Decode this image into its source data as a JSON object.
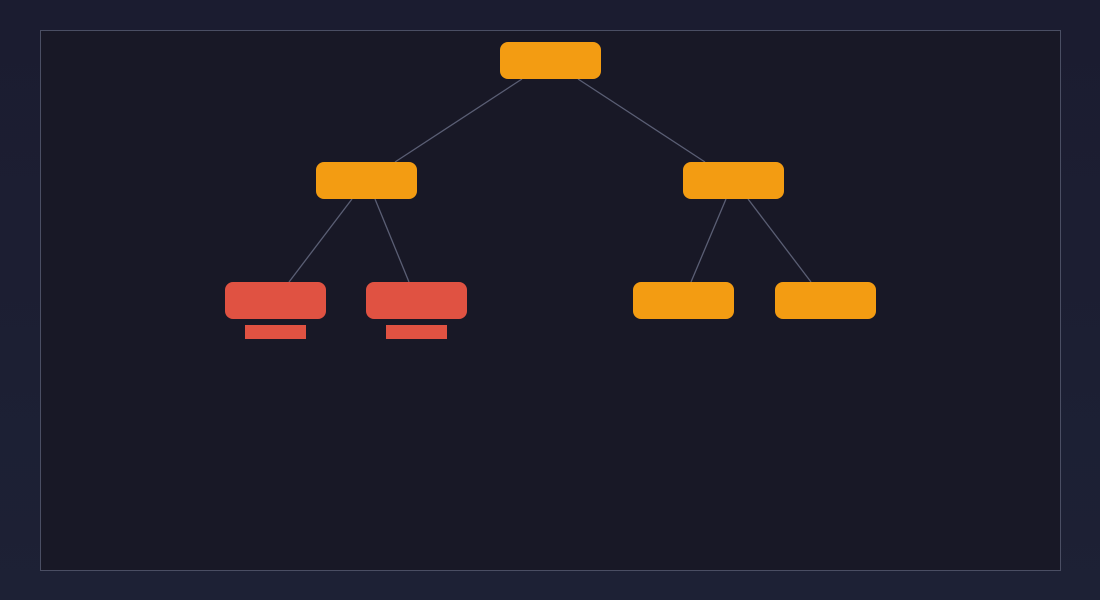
{
  "colors": {
    "page_bg": "#1c1f33",
    "canvas_bg": "#181826",
    "frame_border": "#4a4e63",
    "edge": "#5a5e74",
    "node_default": "#f39c12",
    "node_flagged": "#e05242",
    "tag_flagged": "#e05242"
  },
  "tree": {
    "nodes": [
      {
        "id": "root",
        "label": "",
        "status": "default",
        "parent": null
      },
      {
        "id": "left",
        "label": "",
        "status": "default",
        "parent": "root"
      },
      {
        "id": "right",
        "label": "",
        "status": "default",
        "parent": "root"
      },
      {
        "id": "ll",
        "label": "",
        "status": "flagged",
        "parent": "left"
      },
      {
        "id": "lr",
        "label": "",
        "status": "flagged",
        "parent": "left"
      },
      {
        "id": "rl",
        "label": "",
        "status": "default",
        "parent": "right"
      },
      {
        "id": "rr",
        "label": "",
        "status": "default",
        "parent": "right"
      }
    ]
  }
}
